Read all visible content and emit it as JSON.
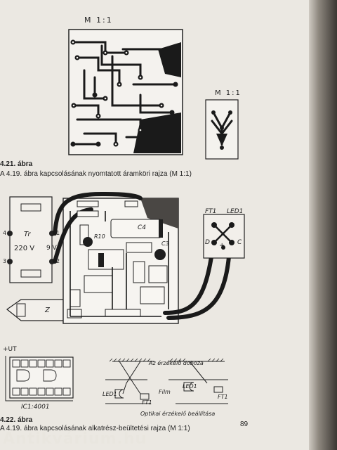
{
  "scale_top": "M 1:1",
  "scale_side": "M 1:1",
  "fig21": {
    "number": "4.21. ábra",
    "caption": "A 4.19. ábra kapcsolásának nyomtatott áramköri rajza (M 1:1)"
  },
  "fig22": {
    "number": "4.22. ábra",
    "caption": "A 4.19. ábra kapcsolásának alkatrész-beültetési rajza (M 1:1)"
  },
  "board_labels": {
    "transformer": "Tr",
    "mains": "220 V",
    "secondary": "9 V",
    "pin1": "1",
    "pin2": "2",
    "pin3": "3",
    "pin4": "4",
    "z": "Z",
    "c4": "C4",
    "r10": "R10",
    "c3": "C3",
    "ft1": "FT1",
    "led1": "LED1",
    "d": "D",
    "plus": "+",
    "c": "C"
  },
  "ic": {
    "supply": "+UT",
    "name": "IC1:4001"
  },
  "optics": {
    "housing": "Az érzékelő doboza",
    "film": "Film",
    "led": "LED1",
    "ft": "FT1",
    "caption": "Optikai érzékelő beállítása"
  },
  "page_number": "89",
  "watermark": "Antikvárium.hu",
  "colors": {
    "paper": "#ebe8e2",
    "ink": "#1e1e1e",
    "gutter": "#3a3632"
  }
}
